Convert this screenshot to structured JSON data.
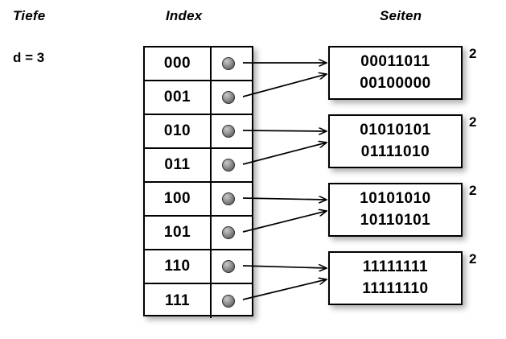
{
  "headings": {
    "depth": "Tiefe",
    "index": "Index",
    "pages": "Seiten"
  },
  "depth": {
    "label": "d = 3"
  },
  "index_table": {
    "rows": [
      {
        "key": "000",
        "pointer": "pointer-dot"
      },
      {
        "key": "001",
        "pointer": "pointer-dot"
      },
      {
        "key": "010",
        "pointer": "pointer-dot"
      },
      {
        "key": "011",
        "pointer": "pointer-dot"
      },
      {
        "key": "100",
        "pointer": "pointer-dot"
      },
      {
        "key": "101",
        "pointer": "pointer-dot"
      },
      {
        "key": "110",
        "pointer": "pointer-dot"
      },
      {
        "key": "111",
        "pointer": "pointer-dot"
      }
    ]
  },
  "pages": [
    {
      "lines": [
        "00011011",
        "00100000"
      ],
      "local_depth": "2"
    },
    {
      "lines": [
        "01010101",
        "01111010"
      ],
      "local_depth": "2"
    },
    {
      "lines": [
        "10101010",
        "10110101"
      ],
      "local_depth": "2"
    },
    {
      "lines": [
        "11111111",
        "11111110"
      ],
      "local_depth": "2"
    }
  ],
  "colors": {
    "background": "#ffffff",
    "stroke": "#000000",
    "dot": "#8a8a8a"
  }
}
